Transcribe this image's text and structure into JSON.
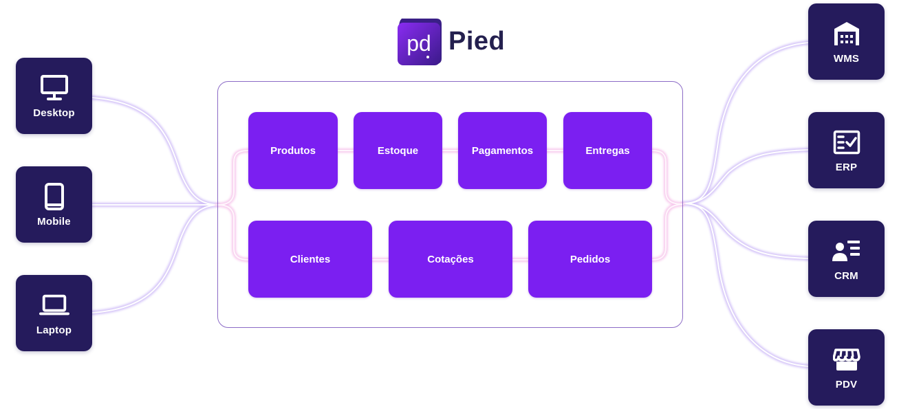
{
  "brand": {
    "logo_mark": "pd",
    "name": "Pied"
  },
  "clients": [
    {
      "id": "desktop",
      "label": "Desktop",
      "icon": "monitor-icon"
    },
    {
      "id": "mobile",
      "label": "Mobile",
      "icon": "smartphone-icon"
    },
    {
      "id": "laptop",
      "label": "Laptop",
      "icon": "laptop-icon"
    }
  ],
  "platform": {
    "modules_row1": [
      {
        "label": "Produtos"
      },
      {
        "label": "Estoque"
      },
      {
        "label": "Pagamentos"
      },
      {
        "label": "Entregas"
      }
    ],
    "modules_row2": [
      {
        "label": "Clientes"
      },
      {
        "label": "Cotações"
      },
      {
        "label": "Pedidos"
      }
    ]
  },
  "integrations": [
    {
      "id": "wms",
      "label": "WMS",
      "icon": "warehouse-icon"
    },
    {
      "id": "erp",
      "label": "ERP",
      "icon": "checklist-icon"
    },
    {
      "id": "crm",
      "label": "CRM",
      "icon": "contact-card-icon"
    },
    {
      "id": "pdv",
      "label": "PDV",
      "icon": "storefront-icon"
    }
  ],
  "colors": {
    "node_bg": "#251b5c",
    "module_bg": "#7b1ff1",
    "container_border": "#8b6ac6",
    "outer_connector": "#c8b6f6",
    "inner_connector": "#f5c4ea",
    "logo_text": "#24204f",
    "logo_gradient_start": "#8a2cf2",
    "logo_gradient_end": "#3b1a8a"
  }
}
